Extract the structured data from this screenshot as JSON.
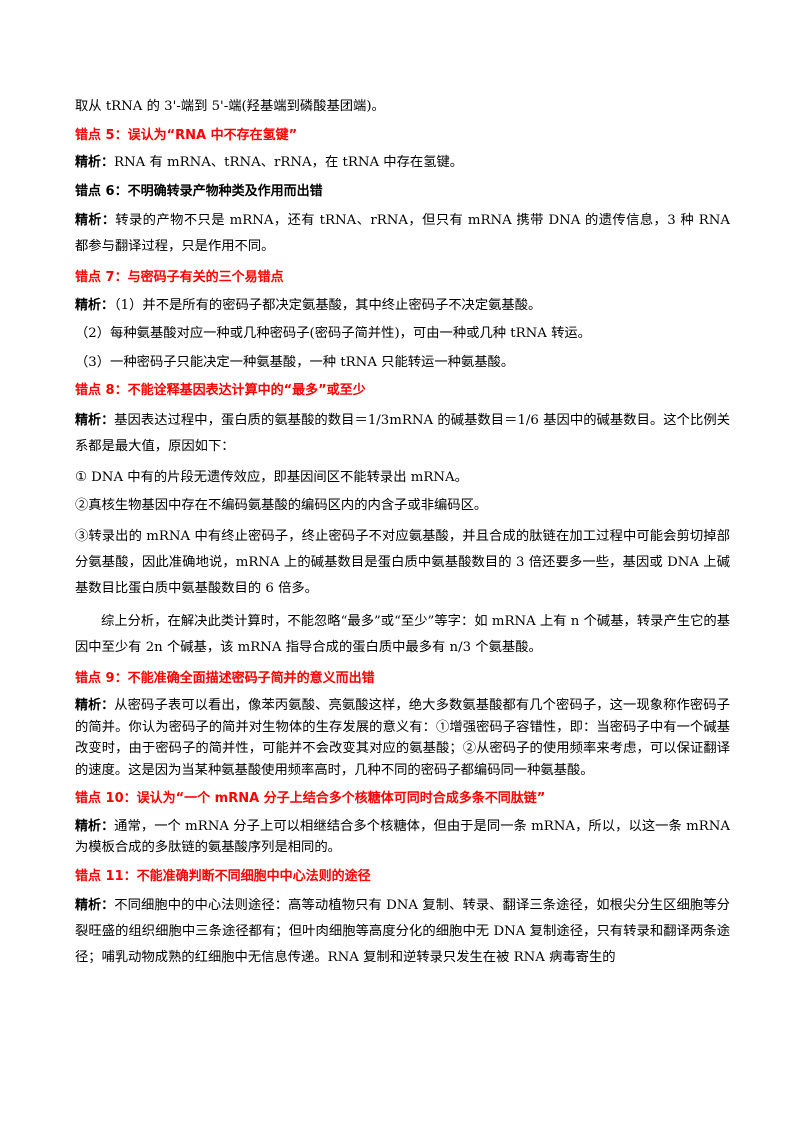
{
  "intro": "取从 tRNA 的 3'-端到 5'-端(羟基端到磷酸基团端)。",
  "label": "精析：",
  "items": [
    {
      "heading": "错点 5：误认为“RNA 中不存在氢键”",
      "paras": [
        "RNA 有 mRNA、tRNA、rRNA，在 tRNA 中存在氢键。"
      ]
    },
    {
      "heading": "错点 6：不明确转录产物种类及作用而出错",
      "paras": [
        "转录的产物不只是 mRNA，还有 tRNA、rRNA，但只有 mRNA 携带 DNA 的遗传信息，3 种 RNA 都参与翻译过程，只是作用不同。"
      ]
    },
    {
      "heading": "错点 7：与密码子有关的三个易错点",
      "paras": [
        "（1）并不是所有的密码子都决定氨基酸，其中终止密码子不决定氨基酸。",
        "（2）每种氨基酸对应一种或几种密码子(密码子简并性)，可由一种或几种 tRNA 转运。",
        "（3）一种密码子只能决定一种氨基酸，一种 tRNA 只能转运一种氨基酸。"
      ]
    },
    {
      "heading": "错点 8：不能诠释基因表达计算中的“最多”或至少",
      "paras": [
        "基因表达过程中，蛋白质的氨基酸的数目＝1/3mRNA 的碱基数目＝1/6 基因中的碱基数目。这个比例关系都是最大值，原因如下：",
        "① DNA 中有的片段无遗传效应，即基因间区不能转录出 mRNA。",
        "②真核生物基因中存在不编码氨基酸的编码区内的内含子或非编码区。",
        "③转录出的 mRNA 中有终止密码子，终止密码子不对应氨基酸，并且合成的肽链在加工过程中可能会剪切掉部分氨基酸，因此准确地说，mRNA 上的碱基数目是蛋白质中氨基酸数目的 3 倍还要多一些，基因或 DNA 上碱基数目比蛋白质中氨基酸数目的 6 倍多。",
        "综上分析，在解决此类计算时，不能忽略“最多”或“至少”等字：如 mRNA 上有 n 个碱基，转录产生它的基因中至少有 2n 个碱基，该 mRNA 指导合成的蛋白质中最多有 n/3 个氨基酸。"
      ]
    },
    {
      "heading": "错点 9：不能准确全面描述密码子简并的意义而出错",
      "paras": [
        "从密码子表可以看出，像苯丙氨酸、亮氨酸这样，绝大多数氨基酸都有几个密码子，这一现象称作密码子的简并。你认为密码子的简并对生物体的生存发展的意义有：①增强密码子容错性，即：当密码子中有一个碱基改变时，由于密码子的简并性，可能并不会改变其对应的氨基酸；②从密码子的使用频率来考虑，可以保证翻译的速度。这是因为当某种氨基酸使用频率高时，几种不同的密码子都编码同一种氨基酸。"
      ]
    },
    {
      "heading": "错点 10：误认为“一个 mRNA 分子上结合多个核糖体可同时合成多条不同肽链”",
      "paras": [
        "通常，一个 mRNA 分子上可以相继结合多个核糖体，但由于是同一条 mRNA，所以，以这一条 mRNA 为模板合成的多肽链的氨基酸序列是相同的。"
      ]
    },
    {
      "heading": "错点 11：不能准确判断不同细胞中中心法则的途径",
      "paras": [
        "不同细胞中的中心法则途径：高等动植物只有 DNA 复制、转录、翻译三条途径，如根尖分生区细胞等分裂旺盛的组织细胞中三条途径都有；但叶肉细胞等高度分化的细胞中无 DNA 复制途径，只有转录和翻译两条途径；哺乳动物成熟的红细胞中无信息传递。RNA 复制和逆转录只发生在被 RNA 病毒寄生的"
      ]
    }
  ]
}
